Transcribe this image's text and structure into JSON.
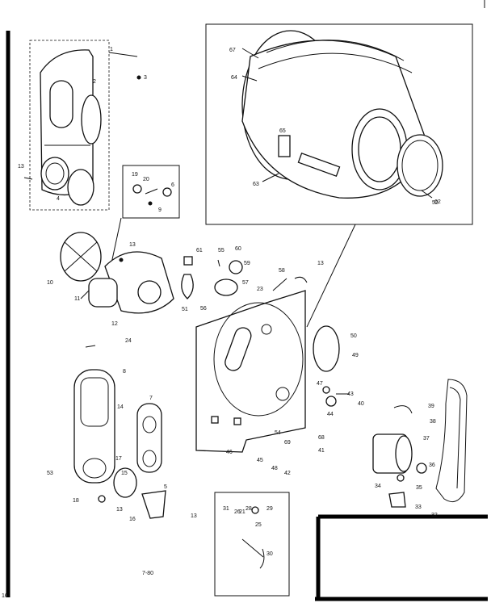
{
  "labels": {
    "l1": "1",
    "l2": "2",
    "l3": "3",
    "l4": "4",
    "l5": "5",
    "l6": "6",
    "l7": "7",
    "l8": "8",
    "l9": "9",
    "l10": "10",
    "l11": "11",
    "l12": "12",
    "l13a": "13",
    "l13b": "13",
    "l13c": "13",
    "l13d": "13",
    "l13e": "13",
    "l14": "14",
    "l15": "15",
    "l16": "16",
    "l17": "17",
    "l18": "18",
    "l19": "19",
    "l20": "20",
    "l21": "21",
    "l23": "23",
    "l24": "24",
    "l25": "25",
    "l26": "26",
    "l28": "28",
    "l29": "29",
    "l30": "30",
    "l31": "31",
    "l32": "32",
    "l33": "33",
    "l34": "34",
    "l35": "35",
    "l36": "36",
    "l37": "37",
    "l38": "38",
    "l39": "39",
    "l40": "40",
    "l41": "41",
    "l42": "42",
    "l43": "43",
    "l44": "44",
    "l45": "45",
    "l46": "46",
    "l47": "47",
    "l48": "48",
    "l49": "49",
    "l50": "50",
    "l51": "51",
    "l52": "52",
    "l53": "53",
    "l54": "54",
    "l55": "55",
    "l56": "56",
    "l57": "57",
    "l58": "58",
    "l59": "59",
    "l60": "60",
    "l61": "61",
    "l62": "62",
    "l63": "63",
    "l64": "64",
    "l65": "65",
    "l67": "67",
    "l68": "68",
    "l69": "69"
  },
  "footer_code": "7-80",
  "corner_mark": "16"
}
